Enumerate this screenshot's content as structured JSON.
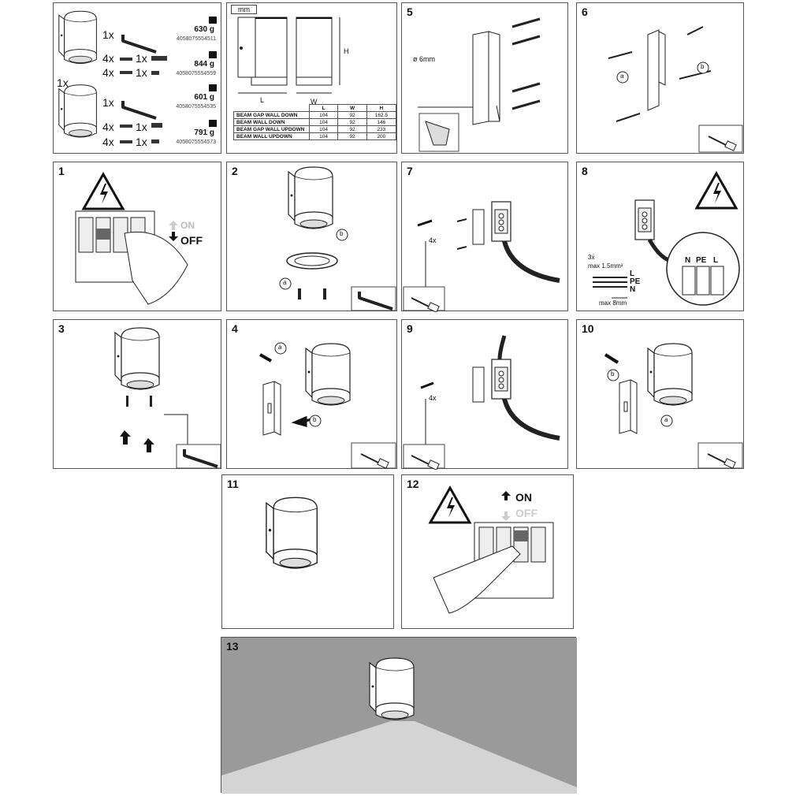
{
  "contents": {
    "lamp_count": "1x",
    "items": [
      {
        "hex_key": "1x",
        "screws_a": "4x",
        "screw_b": "1x",
        "anchors": "4x",
        "screw_c": "1x"
      },
      {
        "hex_key": "1x",
        "screws_a": "4x",
        "screw_b": "1x",
        "anchors": "4x",
        "screw_c": "1x"
      }
    ],
    "products": [
      {
        "weight": "630 g",
        "ean": "4058075554511"
      },
      {
        "weight": "844 g",
        "ean": "4058075554559"
      },
      {
        "weight": "601 g",
        "ean": "4058075554535"
      },
      {
        "weight": "791 g",
        "ean": "4058075554573"
      }
    ]
  },
  "dimensions": {
    "unit": "mm",
    "labels": {
      "L": "L",
      "W": "W",
      "H": "H"
    },
    "headers": [
      "L",
      "W",
      "H"
    ],
    "rows": [
      {
        "name": "BEAM GAP WALL DOWN",
        "L": "104",
        "W": "92",
        "H": "162.5"
      },
      {
        "name": "BEAM WALL DOWN",
        "L": "104",
        "W": "92",
        "H": "146"
      },
      {
        "name": "BEAM GAP WALL UPDOWN",
        "L": "104",
        "W": "92",
        "H": "233"
      },
      {
        "name": "BEAM WALL UPDOWN",
        "L": "104",
        "W": "92",
        "H": "200"
      }
    ]
  },
  "steps": {
    "s1": {
      "num": "1",
      "on": "ON",
      "off": "OFF",
      "switch_on": "ON",
      "switch_off": "OFF"
    },
    "s2": {
      "num": "2",
      "a": "a",
      "b": "b"
    },
    "s3": {
      "num": "3"
    },
    "s4": {
      "num": "4",
      "a": "a",
      "b": "b"
    },
    "s5": {
      "num": "5",
      "drill": "ø 6mm"
    },
    "s6": {
      "num": "6",
      "a": "a",
      "b": "b"
    },
    "s7": {
      "num": "7",
      "count": "4x"
    },
    "s8": {
      "num": "8",
      "wires": "3x",
      "section": "max 1.5mm²",
      "L": "L",
      "PE": "PE",
      "N": "N",
      "strip": "max 8mm",
      "term_N": "N",
      "term_PE": "PE",
      "term_L": "L"
    },
    "s9": {
      "num": "9",
      "count": "4x"
    },
    "s10": {
      "num": "10",
      "a": "a",
      "b": "b"
    },
    "s11": {
      "num": "11"
    },
    "s12": {
      "num": "12",
      "on": "ON",
      "off": "OFF"
    },
    "s13": {
      "num": "13"
    }
  }
}
